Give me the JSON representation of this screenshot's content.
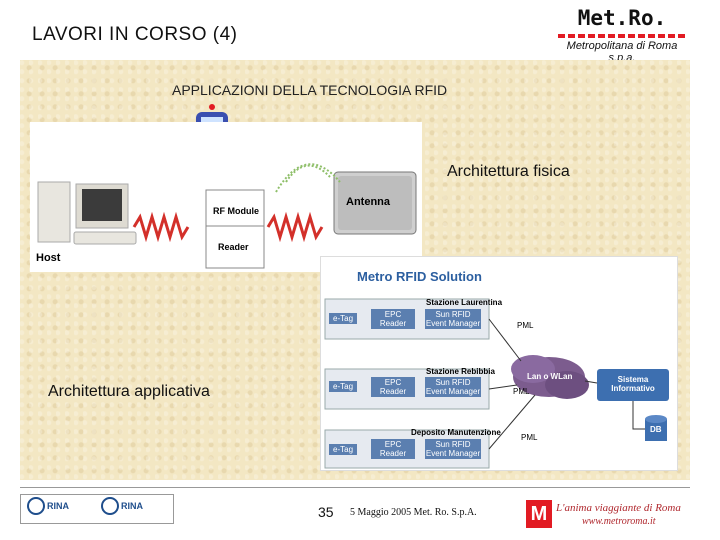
{
  "header": {
    "title": "LAVORI IN CORSO (4)",
    "logo_text": "Met.Ro.",
    "logo_sub": "Metropolitana di Roma s.p.a."
  },
  "main": {
    "subtitle": "APPLICAZIONI DELLA TECNOLOGIA RFID",
    "label_physical": "Architettura fisica",
    "label_application": "Architettura applicativa"
  },
  "physical_diagram": {
    "host": "Host",
    "rf_module": "RF Module",
    "reader": "Reader",
    "antenna": "Antenna"
  },
  "app_diagram": {
    "title": "Metro  RFID Solution",
    "stations": [
      {
        "name": "Stazione Laurentina",
        "etag": "e-Tag",
        "epc": "EPC Reader",
        "sun": "Sun RFID Event Manager",
        "pml": "PML"
      },
      {
        "name": "Stazione Rebibbia",
        "etag": "e-Tag",
        "epc": "EPC Reader",
        "sun": "Sun RFID Event Manager",
        "pml": "PML"
      },
      {
        "name": "Deposito Manutenzione",
        "etag": "e-Tag",
        "epc": "EPC Reader",
        "sun": "Sun RFID Event Manager",
        "pml": "PML"
      }
    ],
    "network": "Lan o WLan",
    "system": "Sistema Informativo",
    "db": "DB"
  },
  "footer": {
    "page_number": "35",
    "date": "5 Maggio 2005 Met. Ro. S.p.A.",
    "slogan": "L'anima viaggiante di Roma",
    "website": "www.metroroma.it",
    "rina_label": "RINA",
    "brand_letter": "M"
  },
  "colors": {
    "panel_bg": "#f3e7c3",
    "brand_red": "#e21b23",
    "diagram_blue": "#5b7fb0",
    "cloud_purple": "#7c5c8e"
  }
}
